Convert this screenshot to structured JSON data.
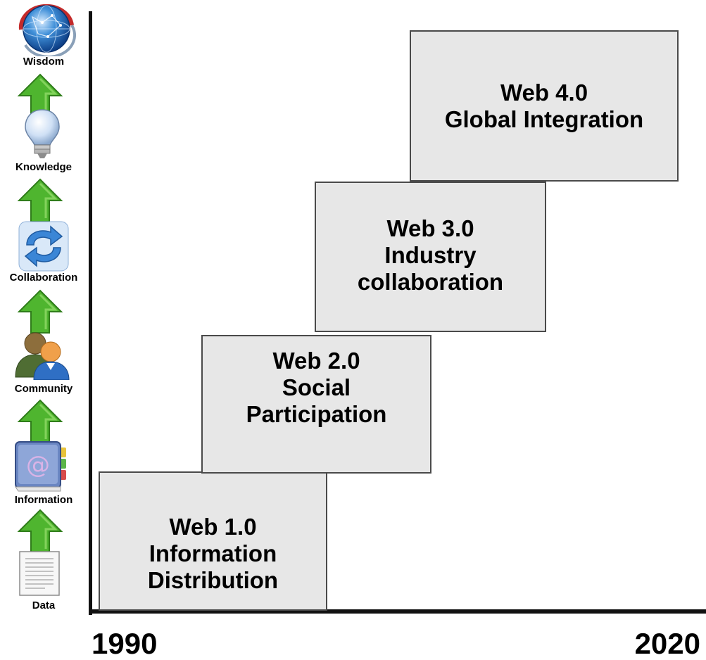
{
  "diagram": {
    "stages": [
      {
        "lines": [
          "Web 1.0",
          "Information",
          "Distribution"
        ]
      },
      {
        "lines": [
          "Web 2.0",
          "Social",
          "Participation"
        ]
      },
      {
        "lines": [
          "Web 3.0",
          "Industry",
          "collaboration"
        ]
      },
      {
        "lines": [
          "Web 4.0",
          "Global Integration"
        ]
      }
    ],
    "x_axis": {
      "start": "1990",
      "end": "2020"
    },
    "hierarchy": [
      {
        "label": "Wisdom",
        "icon": "globe-icon"
      },
      {
        "label": "Knowledge",
        "icon": "lightbulb-icon"
      },
      {
        "label": "Collaboration",
        "icon": "sync-icon"
      },
      {
        "label": "Community",
        "icon": "people-icon"
      },
      {
        "label": "Information",
        "icon": "address-book-icon"
      },
      {
        "label": "Data",
        "icon": "document-icon"
      }
    ],
    "colors": {
      "box_fill": "#e7e7e7",
      "arrow": "#4fb52f",
      "axis": "#111111"
    }
  }
}
